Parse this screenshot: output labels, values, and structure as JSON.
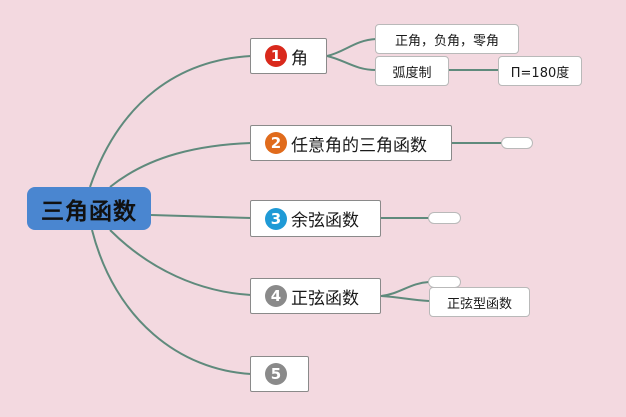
{
  "colors": {
    "background": "#f3d9e0",
    "root_fill": "#4a86d0",
    "connector": "#5f8a7c",
    "badge_1": "#d9291c",
    "badge_2": "#e06b1c",
    "badge_3": "#1f9ad6",
    "badge_4": "#8a8a8a",
    "badge_5": "#8a8a8a"
  },
  "root": {
    "label": "三角函数"
  },
  "topics": [
    {
      "number": "1",
      "label": "角",
      "badge_color": "#d9291c"
    },
    {
      "number": "2",
      "label": "任意角的三角函数",
      "badge_color": "#e06b1c"
    },
    {
      "number": "3",
      "label": "余弦函数",
      "badge_color": "#1f9ad6"
    },
    {
      "number": "4",
      "label": "正弦函数",
      "badge_color": "#8a8a8a"
    },
    {
      "number": "5",
      "label": "",
      "badge_color": "#8a8a8a"
    }
  ],
  "subtopics": {
    "angle": [
      {
        "label": "正角，负角，零角"
      },
      {
        "label": "弧度制"
      }
    ],
    "radian": [
      {
        "label": "Π=180度"
      }
    ],
    "sine": [
      {
        "label": "正弦型函数"
      }
    ]
  }
}
